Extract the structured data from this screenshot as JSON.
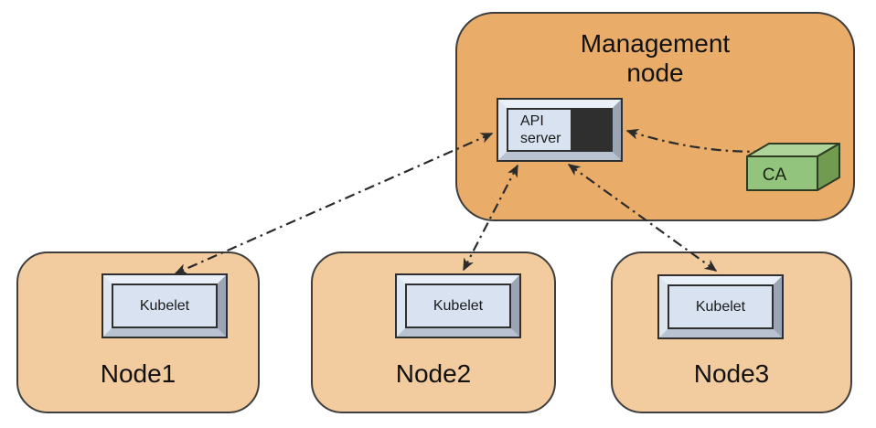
{
  "management_node": {
    "label": "Management node"
  },
  "api_server": {
    "label": "API server"
  },
  "ca": {
    "label": "CA"
  },
  "nodes": [
    {
      "label": "Node1",
      "component": "Kubelet"
    },
    {
      "label": "Node2",
      "component": "Kubelet"
    },
    {
      "label": "Node3",
      "component": "Kubelet"
    }
  ],
  "connections": [
    {
      "from": "API server",
      "to": "Kubelet (Node1)",
      "style": "dash-dot",
      "bidirectional": true
    },
    {
      "from": "API server",
      "to": "Kubelet (Node2)",
      "style": "dash-dot",
      "bidirectional": true
    },
    {
      "from": "API server",
      "to": "Kubelet (Node3)",
      "style": "dash-dot",
      "bidirectional": true
    },
    {
      "from": "API server",
      "to": "CA",
      "style": "dash-dot",
      "bidirectional": true
    }
  ],
  "colors": {
    "management_node_fill": "#E9AD69",
    "worker_node_fill": "#F2CB9E",
    "component_face": "#D8E2F0",
    "component_bevel_light": "#EAF0F8",
    "component_bevel_dark": "#9AA4B5",
    "ca_front": "#93C47D",
    "ca_top": "#AED49A",
    "ca_side": "#719B50",
    "outline": "#3E3E3E",
    "arrow": "#2B2B2B"
  }
}
